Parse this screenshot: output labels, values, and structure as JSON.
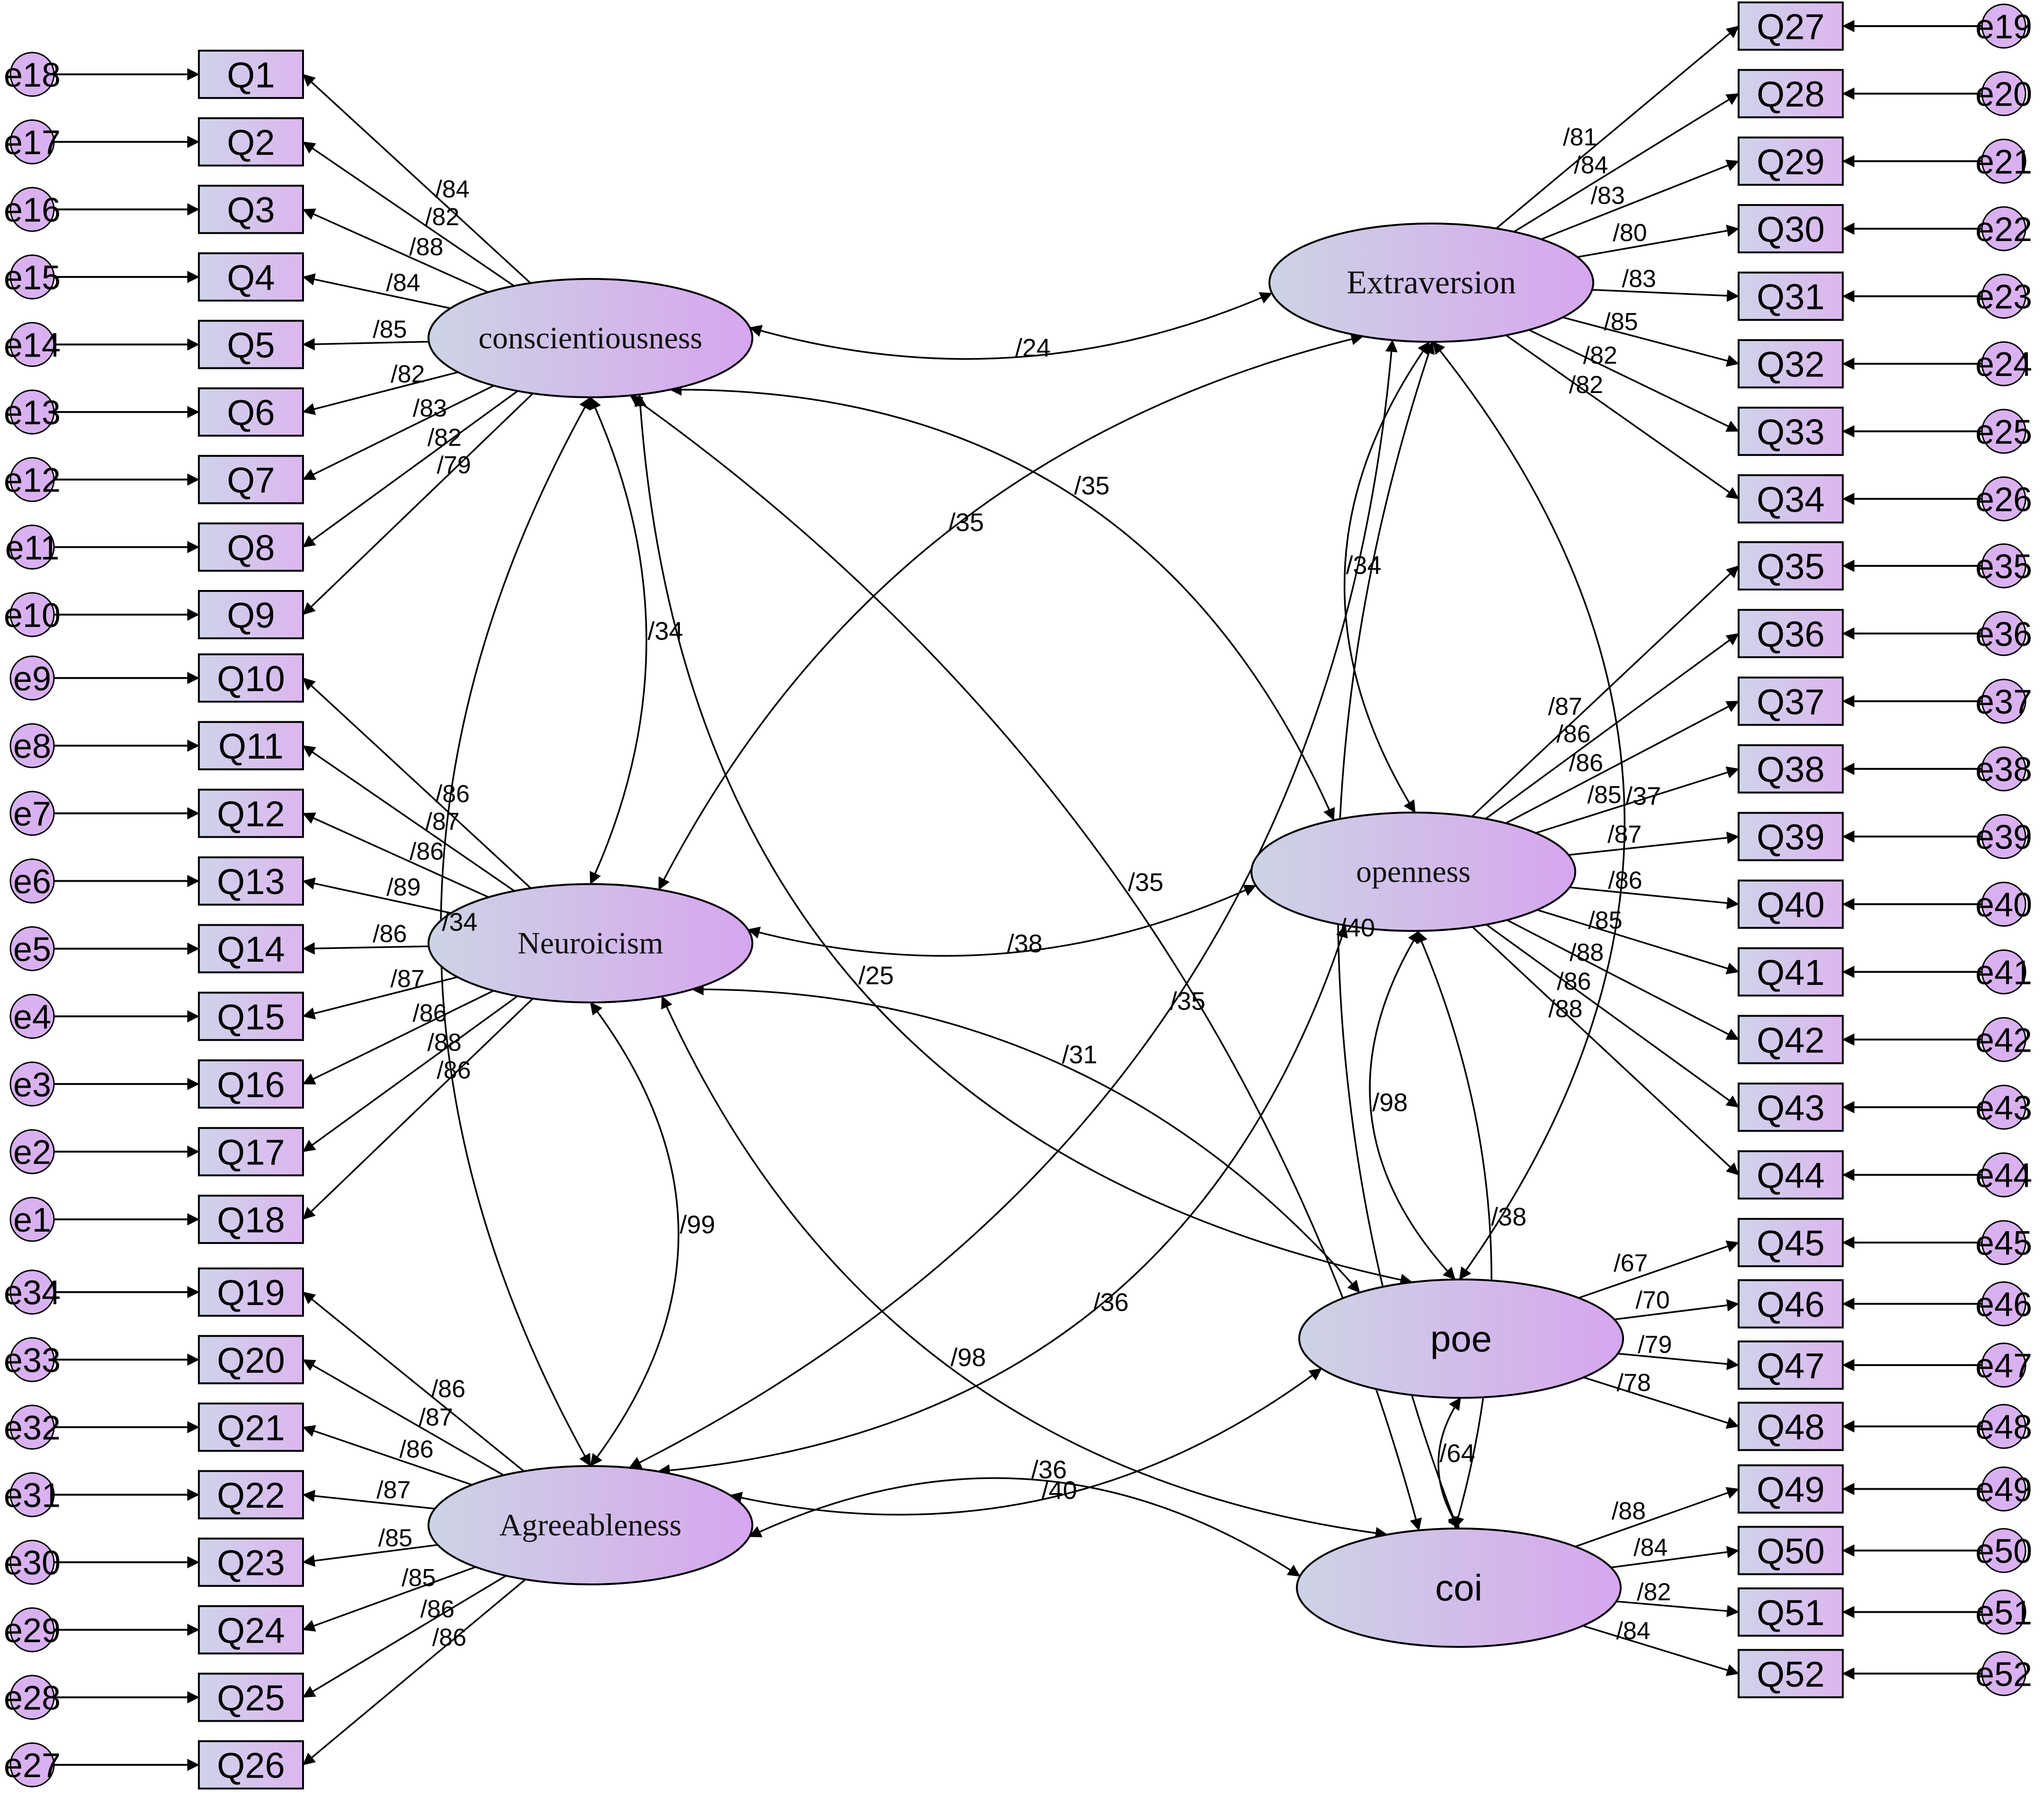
{
  "colors": {
    "box_fill_from": "#cfd3ea",
    "box_fill_to": "#dcb6ef",
    "latent_fill_from": "#cdd3e4",
    "latent_fill_to": "#d6a6ee",
    "error_fill": "#d9b1f0",
    "line": "#000000"
  },
  "latents": {
    "conscientiousness": "conscientiousness",
    "neuroticism": "Neuroicism",
    "agreeableness": "Agreeableness",
    "extraversion": "Extraversion",
    "openness": "openness",
    "poe": "poe",
    "coi": "coi"
  },
  "groups": [
    {
      "key": "conscientiousness",
      "items": [
        {
          "q": "Q1",
          "e": "e18",
          "w": "/84"
        },
        {
          "q": "Q2",
          "e": "e17",
          "w": "/82"
        },
        {
          "q": "Q3",
          "e": "e16",
          "w": "/88"
        },
        {
          "q": "Q4",
          "e": "e15",
          "w": "/84"
        },
        {
          "q": "Q5",
          "e": "e14",
          "w": "/85"
        },
        {
          "q": "Q6",
          "e": "e13",
          "w": "/82"
        },
        {
          "q": "Q7",
          "e": "e12",
          "w": "/83"
        },
        {
          "q": "Q8",
          "e": "e11",
          "w": "/82"
        },
        {
          "q": "Q9",
          "e": "e10",
          "w": "/79"
        }
      ]
    },
    {
      "key": "neuroticism",
      "items": [
        {
          "q": "Q10",
          "e": "e9",
          "w": "/86"
        },
        {
          "q": "Q11",
          "e": "e8",
          "w": "/87"
        },
        {
          "q": "Q12",
          "e": "e7",
          "w": "/86"
        },
        {
          "q": "Q13",
          "e": "e6",
          "w": "/89"
        },
        {
          "q": "Q14",
          "e": "e5",
          "w": "/86"
        },
        {
          "q": "Q15",
          "e": "e4",
          "w": "/87"
        },
        {
          "q": "Q16",
          "e": "e3",
          "w": "/86"
        },
        {
          "q": "Q17",
          "e": "e2",
          "w": "/88"
        },
        {
          "q": "Q18",
          "e": "e1",
          "w": "/86"
        }
      ]
    },
    {
      "key": "agreeableness",
      "items": [
        {
          "q": "Q19",
          "e": "e34",
          "w": "/86"
        },
        {
          "q": "Q20",
          "e": "e33",
          "w": "/87"
        },
        {
          "q": "Q21",
          "e": "e32",
          "w": "/86"
        },
        {
          "q": "Q22",
          "e": "e31",
          "w": "/87"
        },
        {
          "q": "Q23",
          "e": "e30",
          "w": "/85"
        },
        {
          "q": "Q24",
          "e": "e29",
          "w": "/85"
        },
        {
          "q": "Q25",
          "e": "e28",
          "w": "/86"
        },
        {
          "q": "Q26",
          "e": "e27",
          "w": "/86"
        }
      ]
    },
    {
      "key": "extraversion",
      "items": [
        {
          "q": "Q27",
          "e": "e19",
          "w": "/81"
        },
        {
          "q": "Q28",
          "e": "e20",
          "w": "/84"
        },
        {
          "q": "Q29",
          "e": "e21",
          "w": "/83"
        },
        {
          "q": "Q30",
          "e": "e22",
          "w": "/80"
        },
        {
          "q": "Q31",
          "e": "e23",
          "w": "/83"
        },
        {
          "q": "Q32",
          "e": "e24",
          "w": "/85"
        },
        {
          "q": "Q33",
          "e": "e25",
          "w": "/82"
        },
        {
          "q": "Q34",
          "e": "e26",
          "w": "/82"
        }
      ]
    },
    {
      "key": "openness",
      "items": [
        {
          "q": "Q35",
          "e": "e35",
          "w": "/87"
        },
        {
          "q": "Q36",
          "e": "e36",
          "w": "/86"
        },
        {
          "q": "Q37",
          "e": "e37",
          "w": "/86"
        },
        {
          "q": "Q38",
          "e": "e38",
          "w": "/85"
        },
        {
          "q": "Q39",
          "e": "e39",
          "w": "/87"
        },
        {
          "q": "Q40",
          "e": "e40",
          "w": "/86"
        },
        {
          "q": "Q41",
          "e": "e41",
          "w": "/85"
        },
        {
          "q": "Q42",
          "e": "e42",
          "w": "/88"
        },
        {
          "q": "Q43",
          "e": "e43",
          "w": "/86"
        },
        {
          "q": "Q44",
          "e": "e44",
          "w": "/88"
        }
      ]
    },
    {
      "key": "poe",
      "items": [
        {
          "q": "Q45",
          "e": "e45",
          "w": "/67"
        },
        {
          "q": "Q46",
          "e": "e46",
          "w": "/70"
        },
        {
          "q": "Q47",
          "e": "e47",
          "w": "/79"
        },
        {
          "q": "Q48",
          "e": "e48",
          "w": "/78"
        }
      ]
    },
    {
      "key": "coi",
      "items": [
        {
          "q": "Q49",
          "e": "e49",
          "w": "/88"
        },
        {
          "q": "Q50",
          "e": "e50",
          "w": "/84"
        },
        {
          "q": "Q51",
          "e": "e51",
          "w": "/82"
        },
        {
          "q": "Q52",
          "e": "e52",
          "w": "/84"
        }
      ]
    }
  ],
  "covariances": [
    {
      "a": "conscientiousness",
      "b": "extraversion",
      "w": "/24"
    },
    {
      "a": "conscientiousness",
      "b": "neuroticism",
      "w": "/34"
    },
    {
      "a": "conscientiousness",
      "b": "agreeableness",
      "w": "/34"
    },
    {
      "a": "conscientiousness",
      "b": "openness",
      "w": "/35"
    },
    {
      "a": "conscientiousness",
      "b": "poe",
      "w": "/25"
    },
    {
      "a": "conscientiousness",
      "b": "coi",
      "w": "/35"
    },
    {
      "a": "extraversion",
      "b": "neuroticism",
      "w": "/35"
    },
    {
      "a": "extraversion",
      "b": "agreeableness",
      "w": "/35"
    },
    {
      "a": "extraversion",
      "b": "openness",
      "w": "/34"
    },
    {
      "a": "extraversion",
      "b": "poe",
      "w": "/37"
    },
    {
      "a": "neuroticism",
      "b": "openness",
      "w": "/38"
    },
    {
      "a": "neuroticism",
      "b": "poe",
      "w": "/31"
    },
    {
      "a": "neuroticism",
      "b": "coi",
      "w": "/98"
    },
    {
      "a": "openness",
      "b": "agreeableness",
      "w": "/36"
    },
    {
      "a": "openness",
      "b": "poe",
      "w": "/98"
    },
    {
      "a": "openness",
      "b": "coi",
      "w": "/38"
    },
    {
      "a": "agreeableness",
      "b": "poe",
      "w": "/40"
    },
    {
      "a": "agreeableness",
      "b": "coi",
      "w": "/36"
    },
    {
      "a": "poe",
      "b": "coi",
      "w": "/64"
    },
    {
      "a": "neuroticism",
      "b": "agreeableness",
      "w": "/99"
    },
    {
      "a": "extraversion",
      "b": "coi",
      "w": "/40"
    }
  ]
}
